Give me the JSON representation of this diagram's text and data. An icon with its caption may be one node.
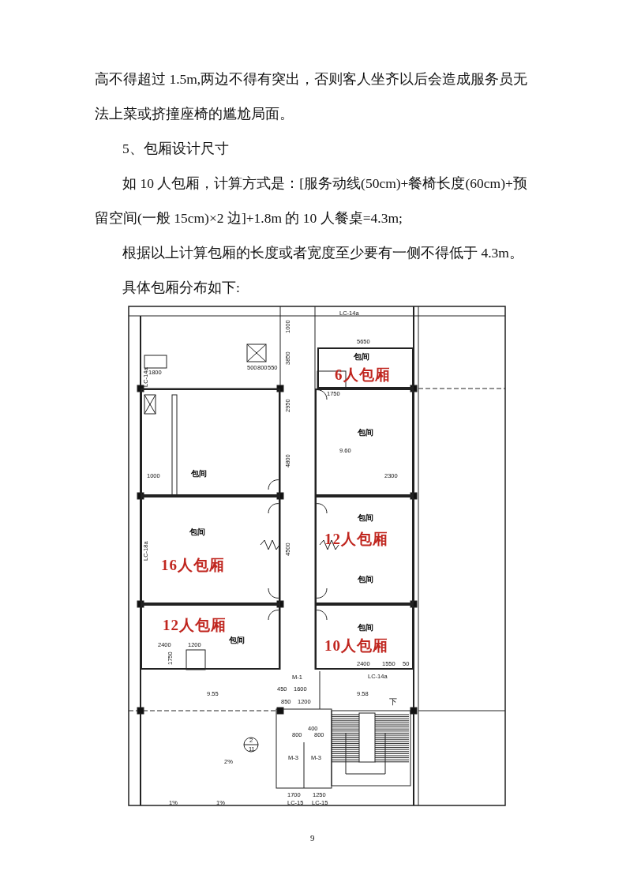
{
  "diagram": {
    "nodes": [
      {
        "text": [
          "包间",
          "6人包厢"
        ]
      },
      {
        "text": [
          "包间"
        ]
      },
      {
        "text": [
          "包间"
        ]
      },
      {
        "text": [
          "包间",
          "16人包厢"
        ]
      },
      {
        "text": [
          "包间",
          "12人包厢",
          "包间"
        ]
      },
      {
        "text": [
          "12人包厢",
          "包间"
        ]
      },
      {
        "text": [
          "包间",
          "10人包厢"
        ]
      }
    ],
    "edges": [],
    "labels": [
      "高不得超过 1.5m,两边不得有突出，否则客人坐齐以后会造成服务员无法上菜或挤撞座椅的尴尬局面。",
      "5、包厢设计尺寸",
      "如 10 人包厢，计算方式是：[服务动线(50cm)+餐椅长度(60cm)+预留空间(一般 15cm)×2 边]+1.8m 的 10 人餐桌=4.3m;",
      "根据以上计算包厢的长度或者宽度至少要有一侧不得低于 4.3m。",
      "具体包厢分布如下:",
      "LC-14a",
      "5650",
      "1800",
      "500",
      "800",
      "550",
      "1750",
      "1000",
      "2300",
      "9.60",
      "4800",
      "2950",
      "3850",
      "1000",
      "4500",
      "LC-18a",
      "2400",
      "1200",
      "1750",
      "2400",
      "1550",
      "50",
      "M-1",
      "LC-14a",
      "450",
      "1600",
      "9.55",
      "9.58",
      "850",
      "1200",
      "400",
      "800",
      "800",
      "M-3",
      "M-3",
      "1700",
      "1250",
      "LC-15",
      "LC-15",
      "2%",
      "1%",
      "1%",
      "下",
      "LC-14a",
      "2",
      "11",
      "9"
    ]
  }
}
